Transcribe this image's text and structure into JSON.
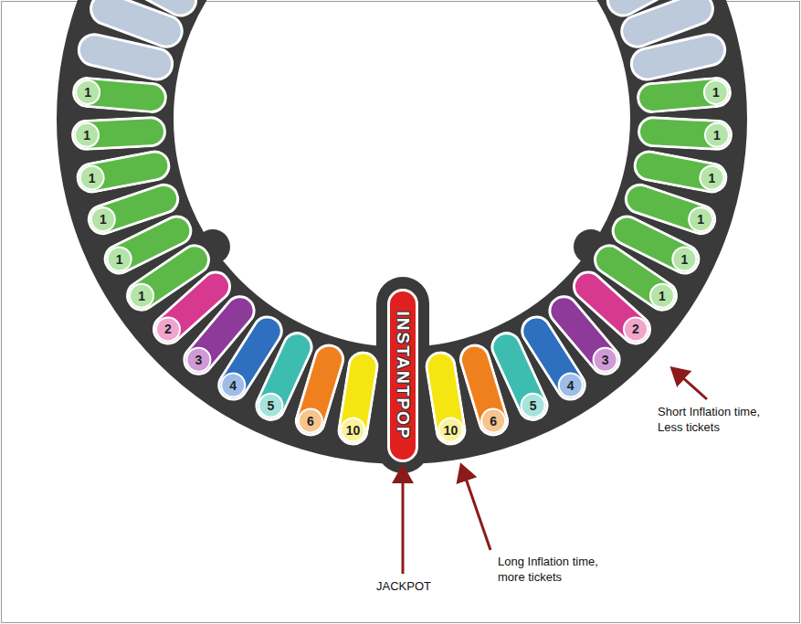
{
  "diagram": {
    "nodes": [
      {
        "text": [
          "1"
        ]
      },
      {
        "text": [
          "1"
        ]
      },
      {
        "text": [
          "1"
        ]
      },
      {
        "text": [
          "1"
        ]
      },
      {
        "text": [
          "1"
        ]
      },
      {
        "text": [
          "1"
        ]
      },
      {
        "text": [
          "2"
        ]
      },
      {
        "text": [
          "3"
        ]
      },
      {
        "text": [
          "4"
        ]
      },
      {
        "text": [
          "5"
        ]
      },
      {
        "text": [
          "6"
        ]
      },
      {
        "text": [
          "10"
        ]
      },
      {
        "text": [
          "INSTANTPOP"
        ]
      },
      {
        "text": [
          "10"
        ]
      },
      {
        "text": [
          "6"
        ]
      },
      {
        "text": [
          "5"
        ]
      },
      {
        "text": [
          "4"
        ]
      },
      {
        "text": [
          "3"
        ]
      },
      {
        "text": [
          "2"
        ]
      },
      {
        "text": [
          "1"
        ]
      },
      {
        "text": [
          "1"
        ]
      },
      {
        "text": [
          "1"
        ]
      },
      {
        "text": [
          "1"
        ]
      },
      {
        "text": [
          "1"
        ]
      },
      {
        "text": [
          "1"
        ]
      }
    ],
    "labels": [
      "JACKPOT",
      "Long Inflation time, more tickets",
      "Short Inflation time, Less tickets"
    ]
  }
}
